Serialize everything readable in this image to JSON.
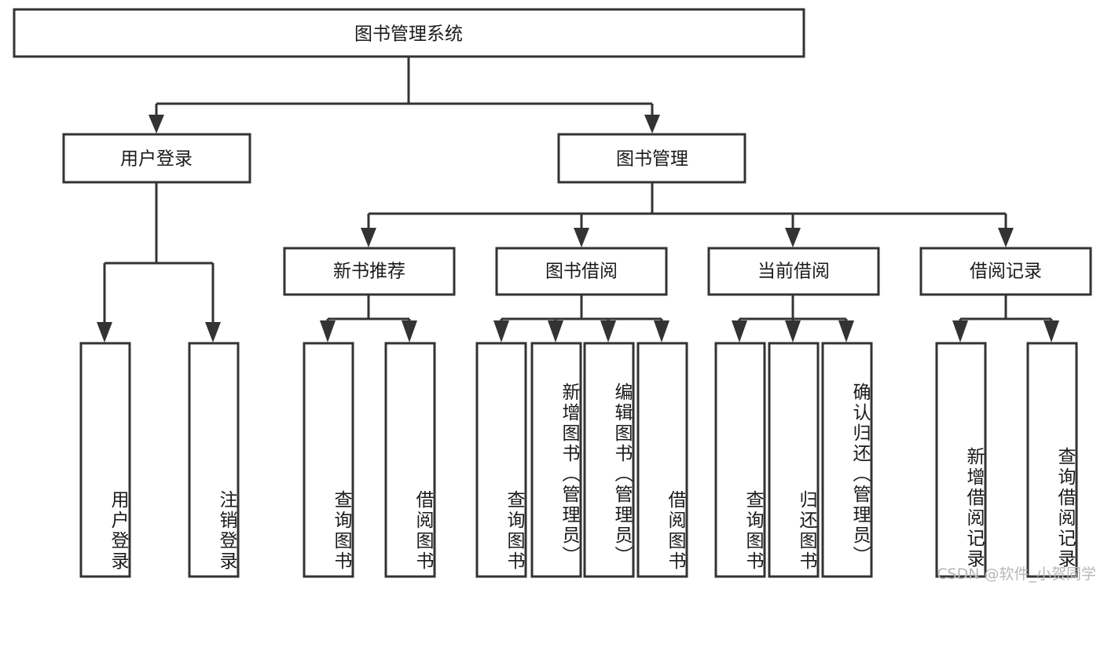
{
  "diagram": {
    "type": "tree",
    "title": "图书管理系统",
    "orientation": "top-down",
    "colors": {
      "node_fill": "#ffffff",
      "node_stroke": "#333333",
      "text": "#1a1a1a",
      "watermark": "#b8b8b8",
      "background": "#ffffff"
    },
    "levels": {
      "root": {
        "label": "图书管理系统"
      },
      "level2": [
        {
          "label": "用户登录"
        },
        {
          "label": "图书管理"
        }
      ],
      "level3": [
        {
          "label": "新书推荐"
        },
        {
          "label": "图书借阅"
        },
        {
          "label": "当前借阅"
        },
        {
          "label": "借阅记录"
        }
      ],
      "leaves": {
        "user_login": [
          {
            "label": "用户登录"
          },
          {
            "label": "注销登录"
          }
        ],
        "new_book_recommend": [
          {
            "label": "查询图书"
          },
          {
            "label": "借阅图书"
          }
        ],
        "book_borrow": [
          {
            "label": "查询图书"
          },
          {
            "label": "新增图书（管理员）"
          },
          {
            "label": "编辑图书（管理员）"
          },
          {
            "label": "借阅图书"
          }
        ],
        "current_borrow": [
          {
            "label": "查询图书"
          },
          {
            "label": "归还图书"
          },
          {
            "label": "确认归还（管理员）"
          }
        ],
        "borrow_record": [
          {
            "label": "新增借阅记录"
          },
          {
            "label": "查询借阅记录"
          }
        ]
      }
    }
  },
  "watermark": {
    "text": "CSDN @软件_小贺同学"
  }
}
